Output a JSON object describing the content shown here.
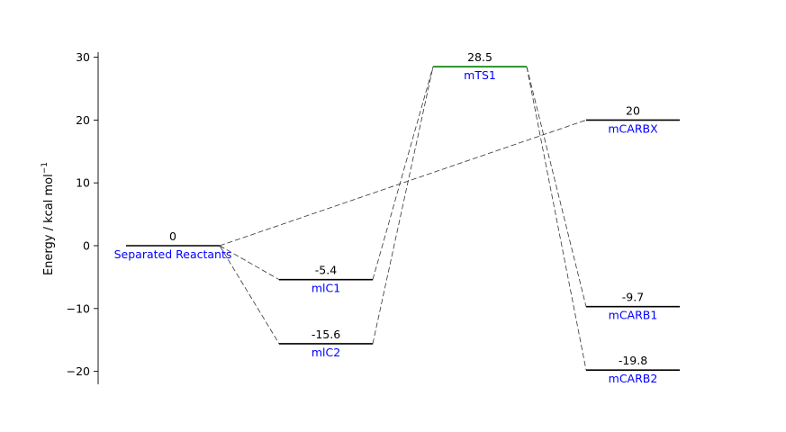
{
  "chart_data": {
    "type": "energy-level-diagram",
    "ylabel": "Energy / kcal mol",
    "ylabel_superscript": "−1",
    "ylim": [
      -22,
      31
    ],
    "yticks": [
      -20,
      -10,
      0,
      10,
      20,
      30
    ],
    "ytick_labels": [
      "−20",
      "−10",
      "0",
      "10",
      "20",
      "30"
    ],
    "label_color": "#0000ff",
    "levels": [
      {
        "id": "sr",
        "name": "Separated Reactants",
        "value": 0,
        "value_label": "0",
        "column": 1,
        "color": "#000000"
      },
      {
        "id": "mlc1",
        "name": "mlC1",
        "value": -5.4,
        "value_label": "-5.4",
        "column": 2,
        "color": "#000000"
      },
      {
        "id": "mlc2",
        "name": "mlC2",
        "value": -15.6,
        "value_label": "-15.6",
        "column": 2,
        "color": "#000000"
      },
      {
        "id": "mts1",
        "name": "mTS1",
        "value": 28.5,
        "value_label": "28.5",
        "column": 3,
        "color": "#007f00"
      },
      {
        "id": "mcarbx",
        "name": "mCARBX",
        "value": 20,
        "value_label": "20",
        "column": 4,
        "color": "#000000"
      },
      {
        "id": "mcarb1",
        "name": "mCARB1",
        "value": -9.7,
        "value_label": "-9.7",
        "column": 4,
        "color": "#000000"
      },
      {
        "id": "mcarb2",
        "name": "mCARB2",
        "value": -19.8,
        "value_label": "-19.8",
        "column": 4,
        "color": "#000000"
      }
    ],
    "connections": [
      [
        "sr",
        "mlc1"
      ],
      [
        "sr",
        "mlc2"
      ],
      [
        "sr",
        "mcarbx"
      ],
      [
        "mlc1",
        "mts1"
      ],
      [
        "mlc2",
        "mts1"
      ],
      [
        "mts1",
        "mcarb1"
      ],
      [
        "mts1",
        "mcarb2"
      ]
    ]
  }
}
